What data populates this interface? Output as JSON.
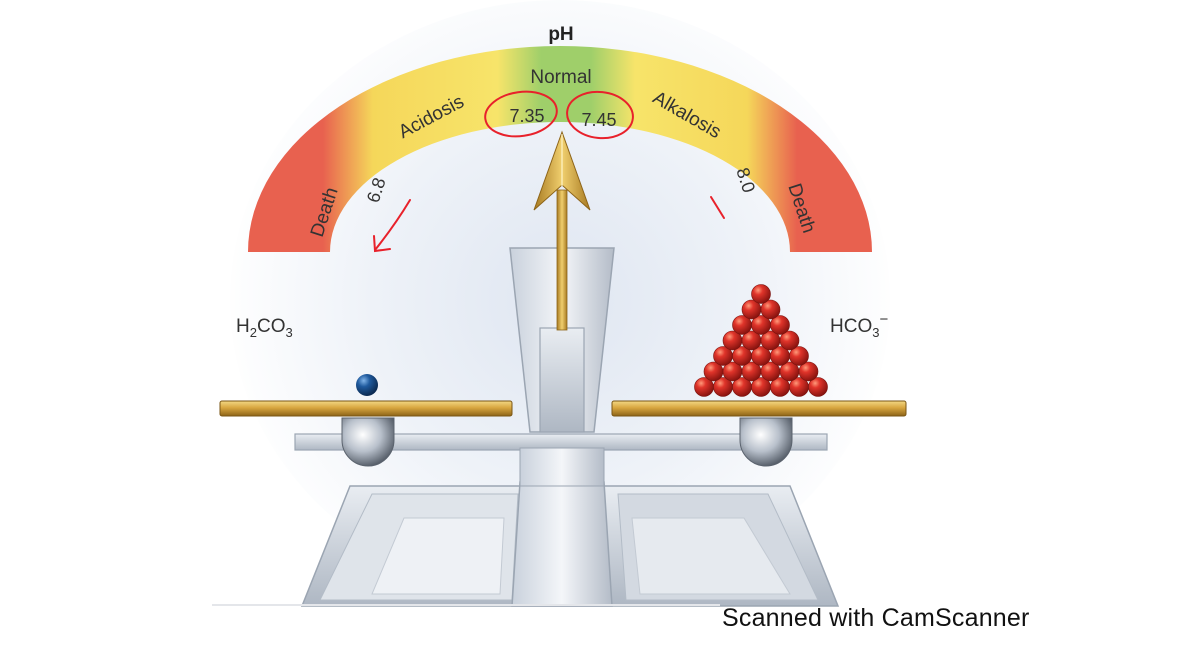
{
  "gauge": {
    "title": "pH",
    "zones": {
      "death_left": "Death",
      "acidosis": "Acidosis",
      "normal": "Normal",
      "alkalosis": "Alkalosis",
      "death_right": "Death"
    },
    "ticks": {
      "low_limit": "6.8",
      "normal_low": "7.35",
      "normal_high": "7.45",
      "high_limit": "8.0"
    }
  },
  "scale": {
    "left_pan_label": {
      "base": "H",
      "sub1": "2",
      "mid": "CO",
      "sub2": "3"
    },
    "right_pan_label": {
      "base": "HCO",
      "sub": "3",
      "sup": "−"
    }
  },
  "annotation_color": "#e8212b",
  "footer": {
    "text": "Scanned with CamScanner"
  }
}
